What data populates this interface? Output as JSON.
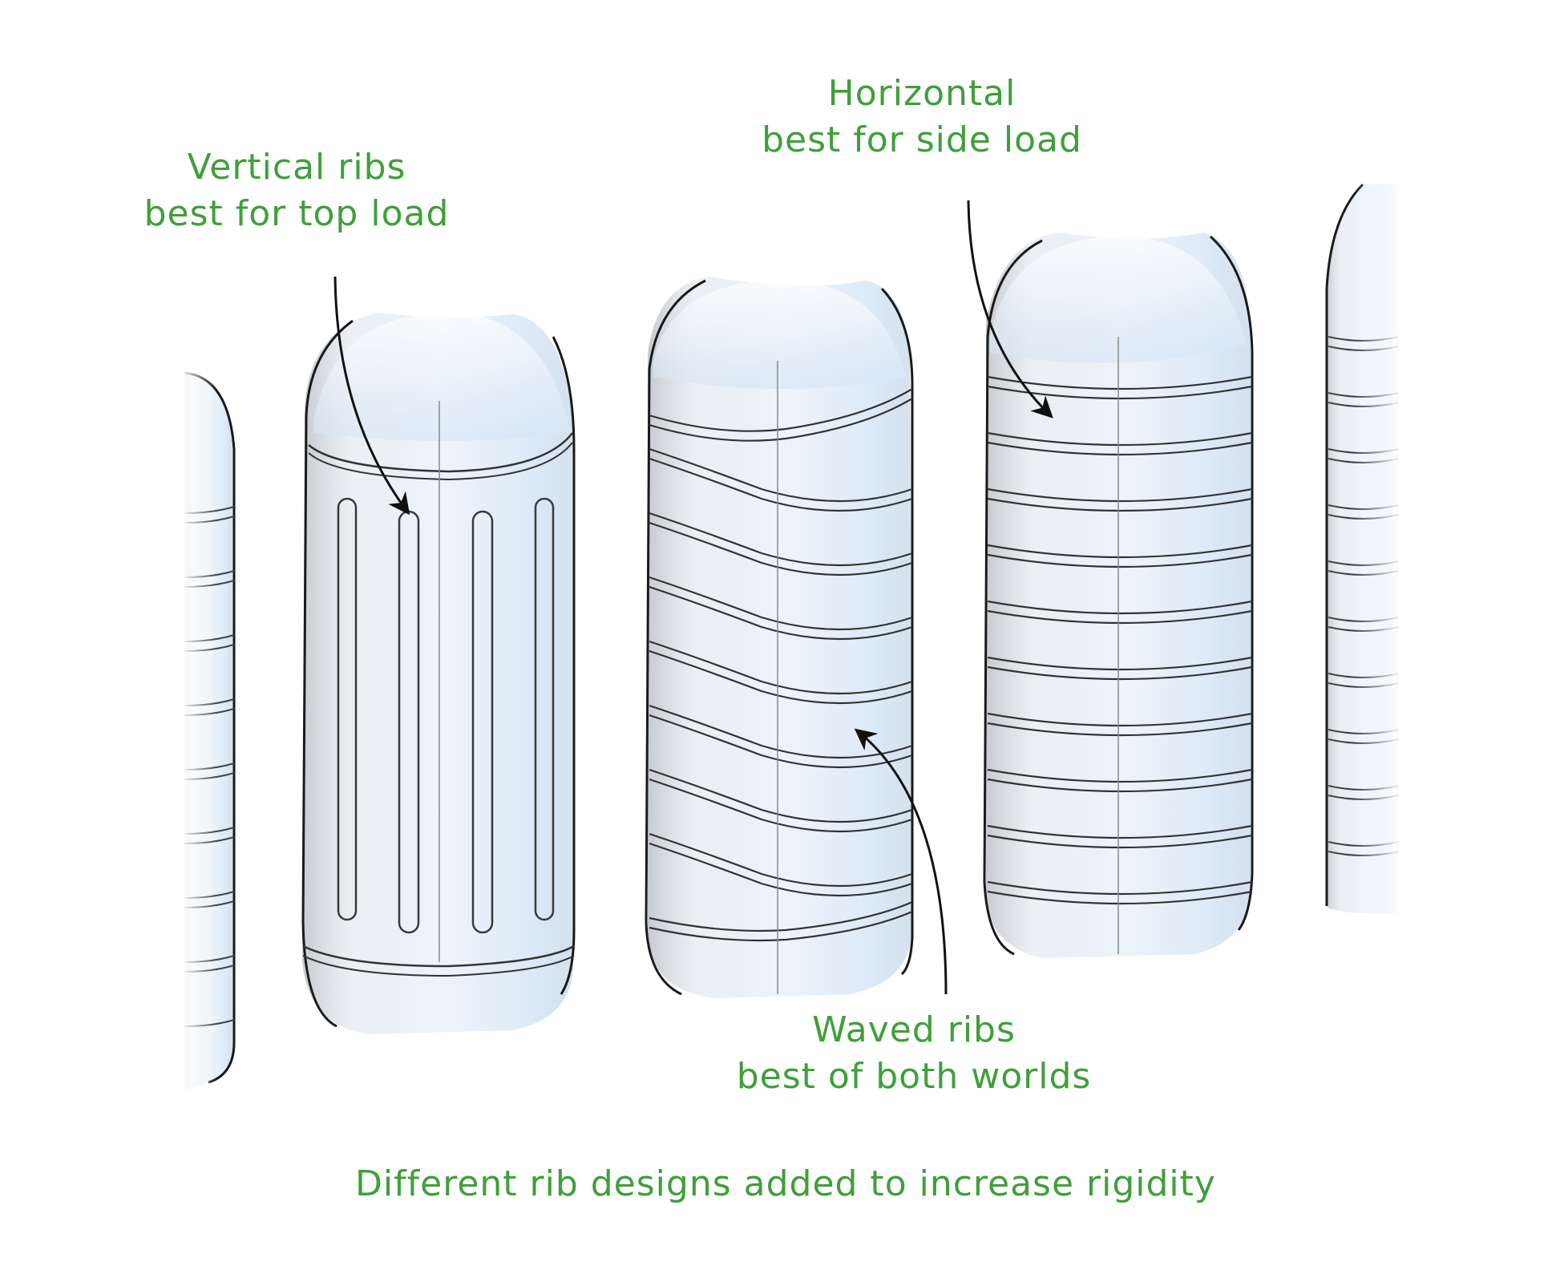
{
  "colors": {
    "accent": "#3f9f3a",
    "ink": "#1a1a1a",
    "tint": "#d6e6f6"
  },
  "labels": {
    "vertical": {
      "line1": "Vertical ribs",
      "line2": "best for top load"
    },
    "horizontal": {
      "line1": "Horizontal",
      "line2": "best for side load"
    },
    "waved": {
      "line1": "Waved ribs",
      "line2": "best of both worlds"
    }
  },
  "caption": "Different rib designs added to increase rigidity"
}
